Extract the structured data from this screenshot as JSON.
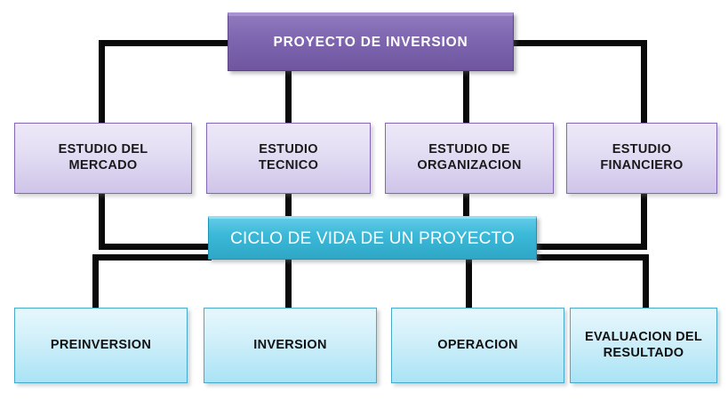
{
  "diagram": {
    "title_text": "PROYECTO DE INVERSION",
    "root": {
      "id": "proyecto-de-inversion",
      "label": "PROYECTO DE INVERSION",
      "color": "#7f66b0",
      "text_color": "#ffffff"
    },
    "studies": [
      {
        "id": "estudio-del-mercado",
        "label": "ESTUDIO DEL\nMERCADO",
        "color": "#ddd5f0"
      },
      {
        "id": "estudio-tecnico",
        "label": "ESTUDIO\nTECNICO",
        "color": "#ddd5f0"
      },
      {
        "id": "estudio-de-organizacion",
        "label": "ESTUDIO DE\nORGANIZACION",
        "color": "#ddd5f0"
      },
      {
        "id": "estudio-financiero",
        "label": "ESTUDIO\nFINANCIERO",
        "color": "#ddd5f0"
      }
    ],
    "cycle": {
      "id": "ciclo-de-vida-de-un-proyecto",
      "label": "CICLO DE VIDA DE UN PROYECTO",
      "color": "#3cb9d9",
      "text_color": "#ffffff"
    },
    "phases": [
      {
        "id": "preinversion",
        "label": "PREINVERSION",
        "color": "#c9ecf8"
      },
      {
        "id": "inversion",
        "label": "INVERSION",
        "color": "#c9ecf8"
      },
      {
        "id": "operacion",
        "label": "OPERACION",
        "color": "#c9ecf8"
      },
      {
        "id": "evaluacion-del-resultado",
        "label": "EVALUACION DEL\nRESULTADO",
        "color": "#c9ecf8"
      }
    ],
    "connector_color": "#0a0a0a"
  }
}
